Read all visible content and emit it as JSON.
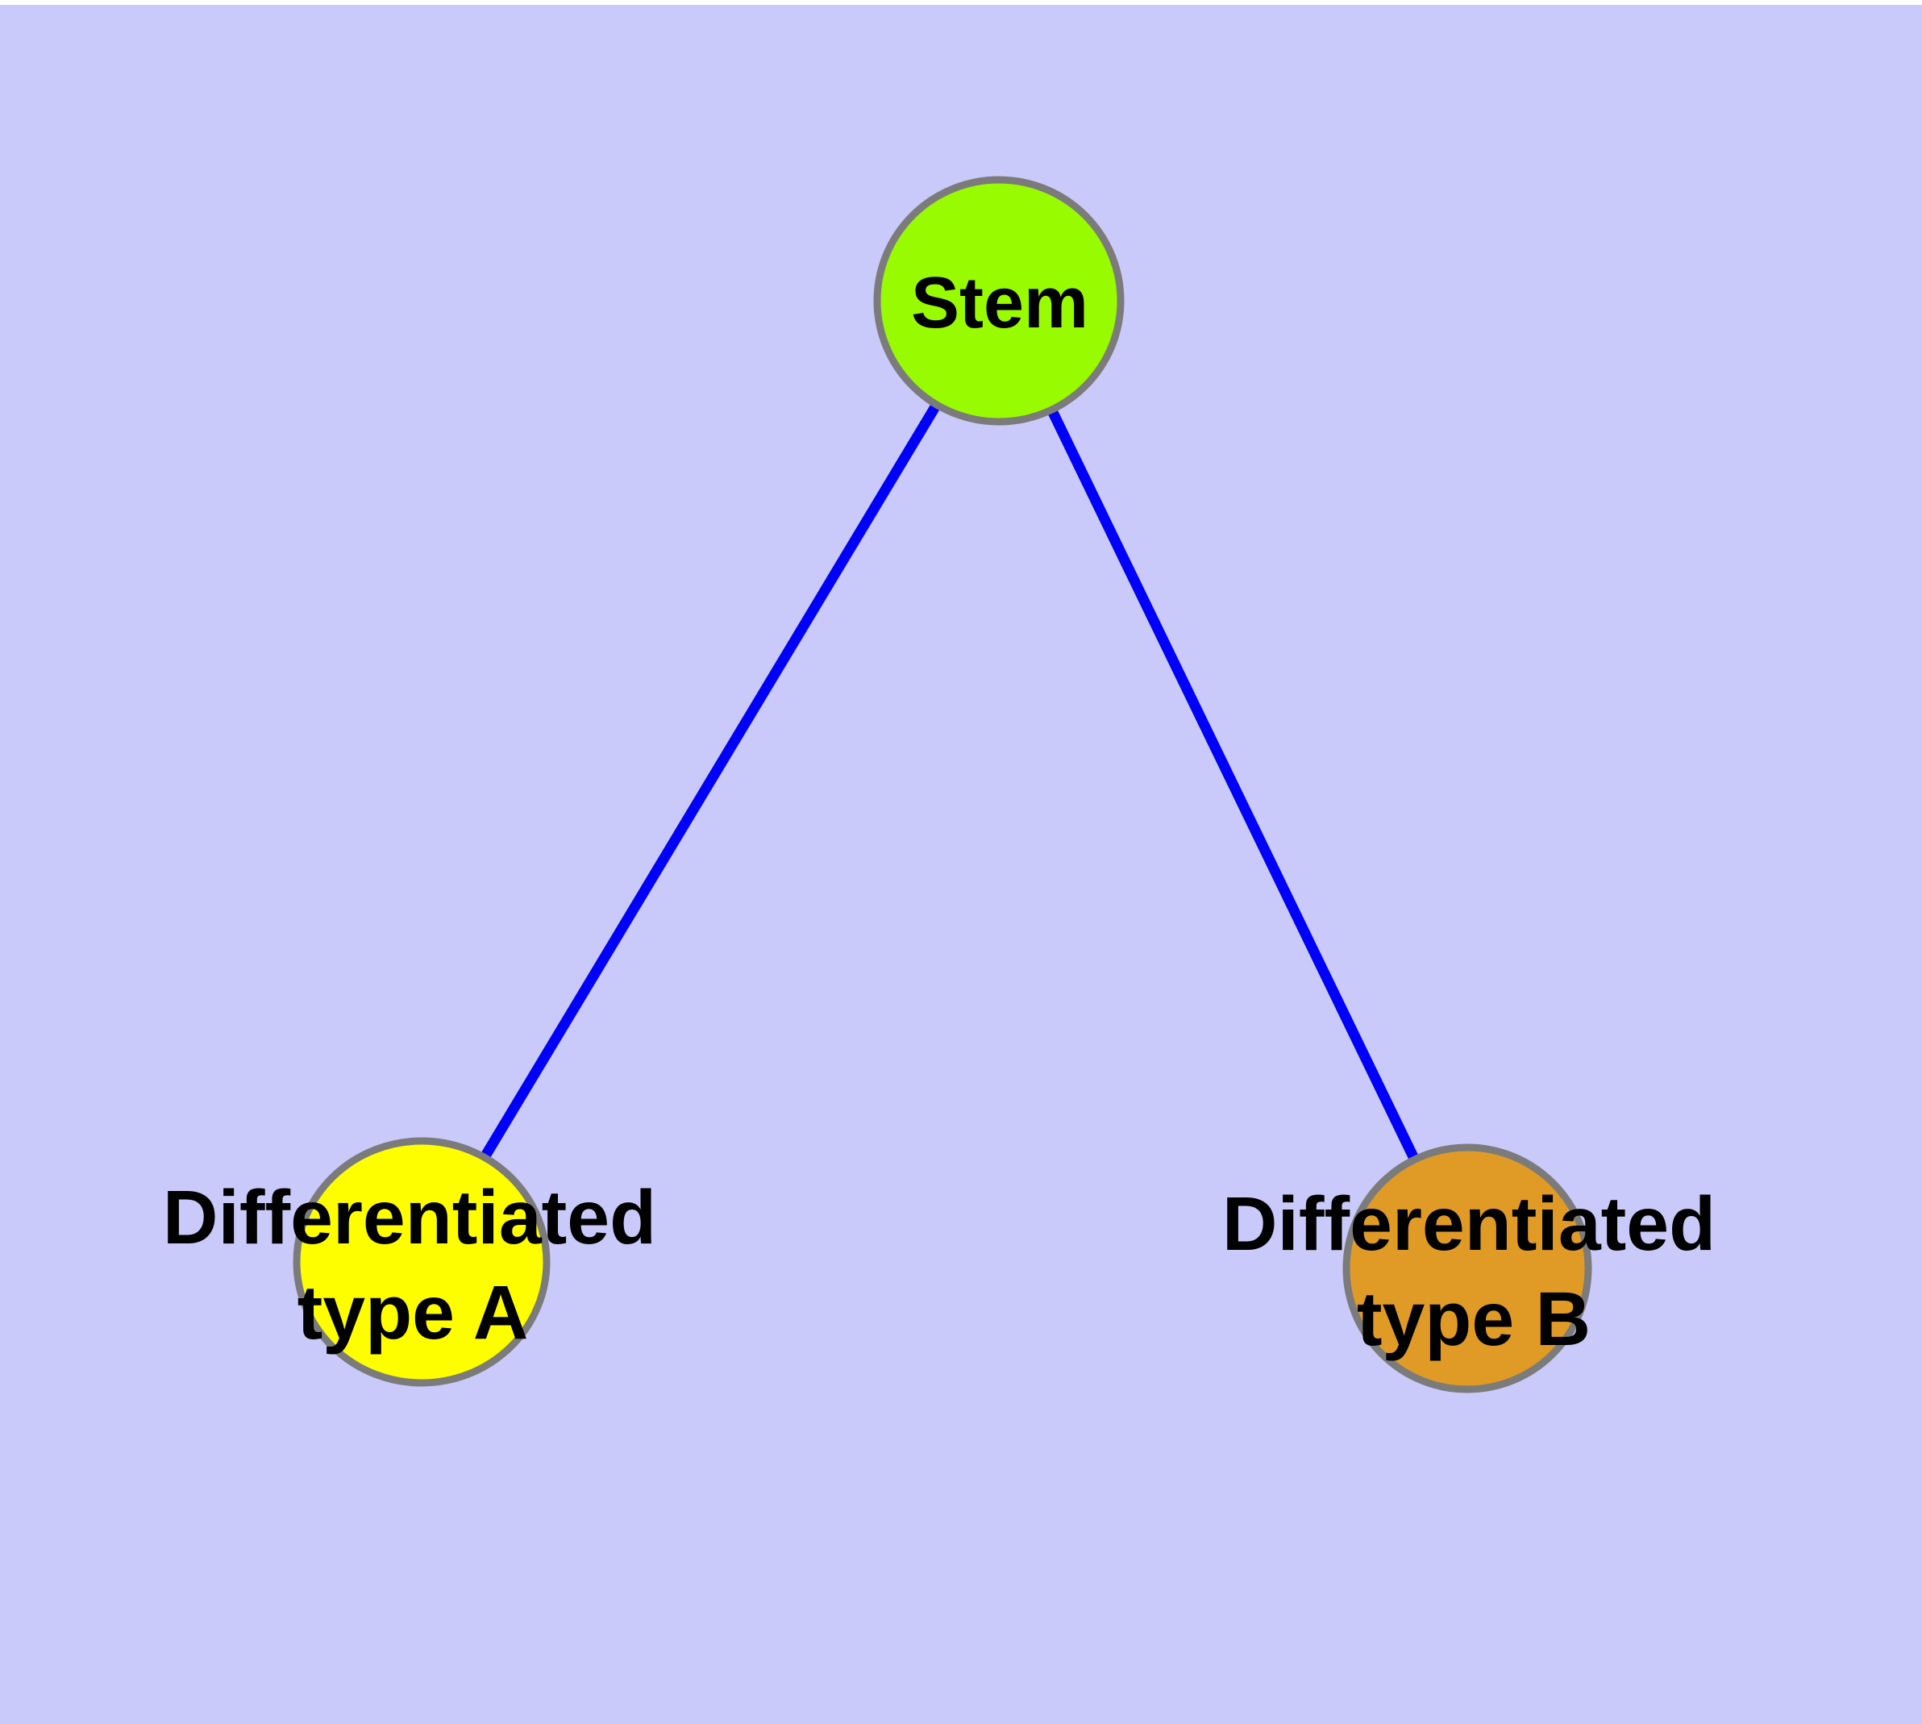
{
  "diagram": {
    "type": "graph",
    "background_color": "#CACAFA",
    "edge_color": "#0000F8",
    "node_border_color": "#7B7B7B",
    "text_color": "#000000",
    "nodes": {
      "stem": {
        "label": "Stem",
        "fill": "#98FB00"
      },
      "typeA": {
        "label_line1": "Differentiated",
        "label_line2": "type A",
        "fill": "#FEFE00"
      },
      "typeB": {
        "label_line1": "Differentiated",
        "label_line2": "type B",
        "fill": "#E09A26"
      }
    },
    "edges": [
      {
        "from": "Stem",
        "to": "Differentiated type A"
      },
      {
        "from": "Stem",
        "to": "Differentiated type B"
      }
    ]
  }
}
